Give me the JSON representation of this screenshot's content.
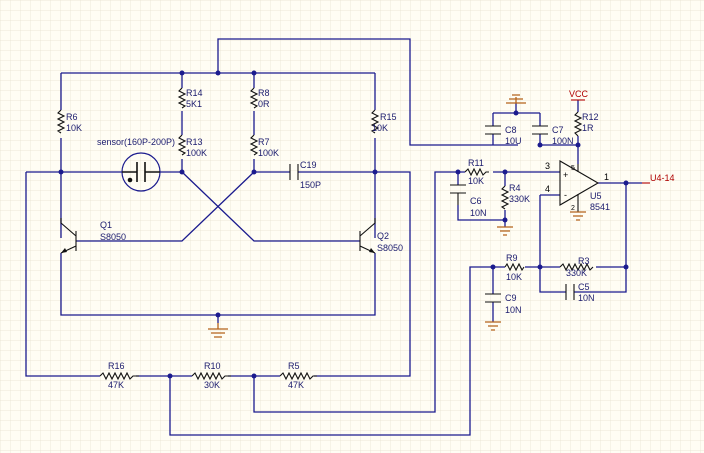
{
  "grid_color": "#e6e1cf",
  "wire_color": "#1b1b8e",
  "ground_color": "#b4631b",
  "power_color": "#b00000",
  "components": {
    "r6": {
      "ref": "R6",
      "value": "10K"
    },
    "r14": {
      "ref": "R14",
      "value": "5K1"
    },
    "r13": {
      "ref": "R13",
      "value": "100K"
    },
    "r8": {
      "ref": "R8",
      "value": "0R"
    },
    "r7": {
      "ref": "R7",
      "value": "100K"
    },
    "r15": {
      "ref": "R15",
      "value": "10K"
    },
    "sensor": {
      "label": "sensor(160P-200P)"
    },
    "c19": {
      "ref": "C19",
      "value": "150P"
    },
    "q1": {
      "ref": "Q1",
      "value": "S8050"
    },
    "q2": {
      "ref": "Q2",
      "value": "S8050"
    },
    "c8": {
      "ref": "C8",
      "value": "10U"
    },
    "c7": {
      "ref": "C7",
      "value": "100N"
    },
    "r12": {
      "ref": "R12",
      "value": "1R"
    },
    "vcc": {
      "label": "VCC"
    },
    "r11": {
      "ref": "R11",
      "value": "10K"
    },
    "r4": {
      "ref": "R4",
      "value": "330K"
    },
    "c6": {
      "ref": "C6",
      "value": "10N"
    },
    "u5": {
      "ref": "U5",
      "value": "8541",
      "pin_plus": "3",
      "pin_minus": "4",
      "pin_out": "1",
      "plus": "+",
      "minus": "-",
      "pin_vcc": "5",
      "pin_gnd": "2"
    },
    "port": {
      "label": "U4-14"
    },
    "r9": {
      "ref": "R9",
      "value": "10K"
    },
    "c9": {
      "ref": "C9",
      "value": "10N"
    },
    "r3": {
      "ref": "R3",
      "value": "330K"
    },
    "c5": {
      "ref": "C5",
      "value": "10N"
    },
    "r16": {
      "ref": "R16",
      "value": "47K"
    },
    "r10": {
      "ref": "R10",
      "value": "30K"
    },
    "r5": {
      "ref": "R5",
      "value": "47K"
    }
  }
}
